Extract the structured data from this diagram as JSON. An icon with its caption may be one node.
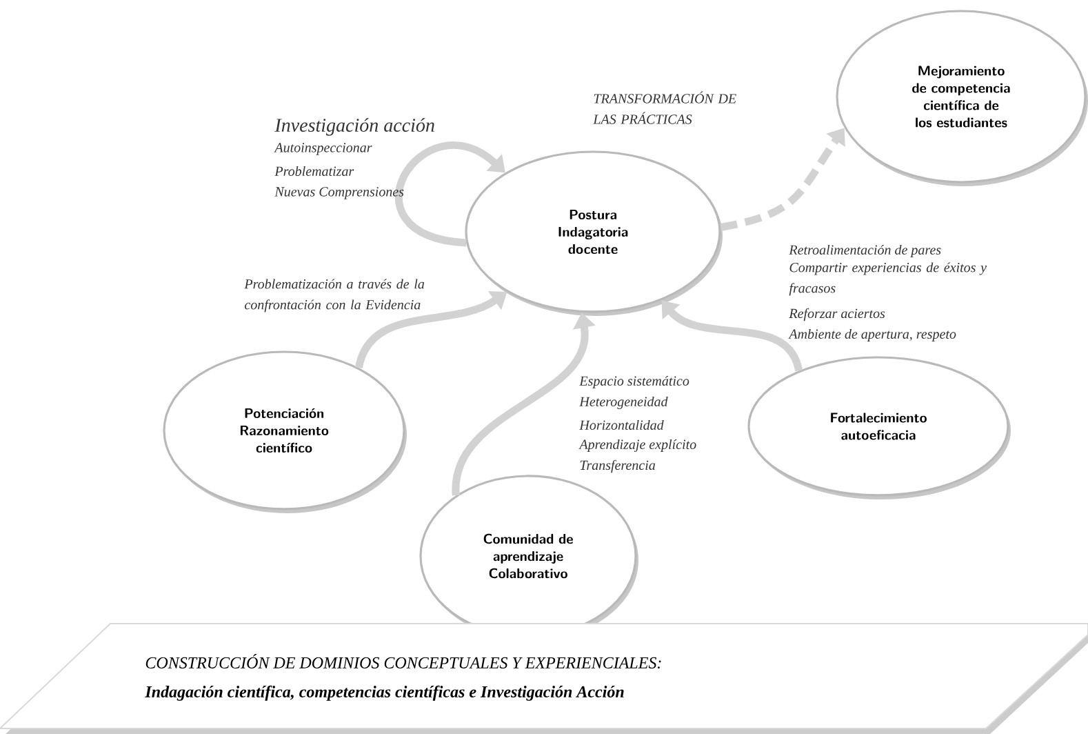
{
  "diagram": {
    "nodes": [
      {
        "text": [
          "Postura Indagatoria docente"
        ]
      },
      {
        "text": [
          "Mejoramiento de competencia científica de los estudiantes"
        ]
      },
      {
        "text": [
          "Potenciación Razonamiento científico"
        ]
      },
      {
        "text": [
          "Fortalecimiento autoeficacia"
        ]
      },
      {
        "text": [
          "Comunidad de aprendizaje Colaborativo"
        ]
      },
      {
        "text": [
          "CONSTRUCCIÓN DE DOMINIOS CONCEPTUALES Y EXPERIENCIALES:",
          "Indagación científica,  competencias científicas e Investigación Acción"
        ]
      }
    ],
    "edges": [
      {
        "from": 0,
        "to": 0,
        "arrow": "to"
      },
      {
        "from": 0,
        "to": 1,
        "arrow": "to",
        "style": "dashed"
      },
      {
        "from": 2,
        "to": 0,
        "arrow": "to"
      },
      {
        "from": 4,
        "to": 0,
        "arrow": "to"
      },
      {
        "from": 3,
        "to": 0,
        "arrow": "to"
      }
    ],
    "labels": [
      "TRANSFORMACIÓN DE LAS PRÁCTICAS",
      "Investigación acción",
      "Autoinspeccionar",
      "Problematizar",
      "Nuevas Comprensiones",
      "Problematización a través de la confrontación con la Evidencia",
      "Retroalimentación de pares",
      "Compartir experiencias de éxitos y fracasos",
      "Reforzar aciertos",
      "Ambiente de apertura, respeto",
      "Espacio sistemático",
      "Heterogeneidad",
      "Horizontalidad",
      "Aprendizaje explícito",
      "Transferencia"
    ]
  }
}
